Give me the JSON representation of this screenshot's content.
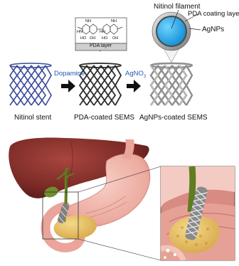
{
  "labels": {
    "nitinol_filament": "Nitinol filament",
    "pda_coating_layer": "PDA coating laye",
    "agnps": "AgNPs",
    "pda_layer": "PDA layer",
    "nitinol_stent": "Nitinol stent",
    "pda_coated_sems": "PDA-coated SEMS",
    "agnps_coated_sems": "AgNPs-coated SEMS"
  },
  "steps": {
    "dopamine": "Dopamine",
    "agno3_main": "AgNO",
    "agno3_sub": "3"
  },
  "chem": {
    "nh_left": "NH",
    "nh_right": "NH",
    "hn_left": "HN",
    "hn_right": "HN",
    "oh_1": "HO",
    "oh_2": "OH",
    "oh_3": "HO",
    "oh_4": "OH"
  },
  "colors": {
    "stent_blue": "#3b4a9a",
    "stent_black": "#2b2b2b",
    "stent_silver": "#9a9a9a",
    "filament_core": "#1ea7e8",
    "liver": "#7a2a26",
    "stomach": "#f0b2a8",
    "pancreas": "#e8c26a",
    "bile": "#5f7d1f",
    "label_blue": "#1e5bb8"
  }
}
